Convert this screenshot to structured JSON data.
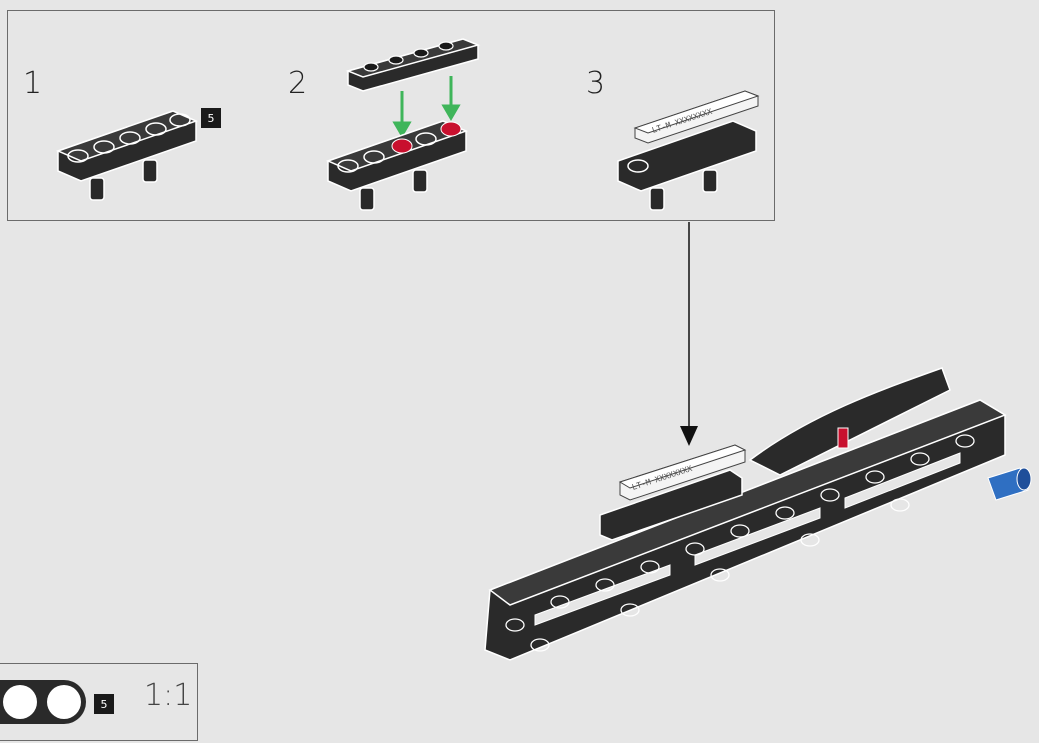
{
  "steps": [
    {
      "number": "1",
      "qty": "5"
    },
    {
      "number": "2"
    },
    {
      "number": "3",
      "tile_text": "LT-M  XXXXXXXX"
    }
  ],
  "main_model": {
    "tile_text": "LT-M  XXXXXXXX"
  },
  "scale": {
    "qty": "5",
    "ratio": "1:1"
  },
  "colors": {
    "background": "#e6e6e6",
    "part_dark": "#2a2a2a",
    "arrow_green": "#3fb55a",
    "pin_red": "#c8102e",
    "connector_blue": "#2f6fc2"
  }
}
